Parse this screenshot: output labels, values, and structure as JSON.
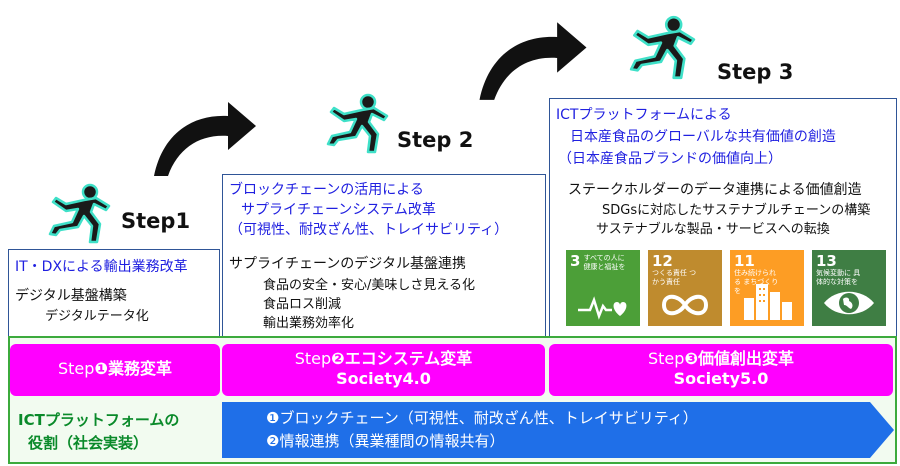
{
  "steps": {
    "step1": {
      "title": "Step1",
      "heading": "IT・DXによる輸出業務改革",
      "line1": "デジタル基盤構築",
      "line2": "デジタルテータ化"
    },
    "step2": {
      "title": "Step 2",
      "heading1": "ブロックチェーンの活用による",
      "heading2": "サプライチェーンシステム改革",
      "heading3": "（可視性、耐改ざん性、トレイサビリティ）",
      "line1": "サプライチェーンのデジタル基盤連携",
      "line2": "食品の安全・安心/美味しさ見える化",
      "line3": "食品ロス削減",
      "line4": "輸出業務効率化"
    },
    "step3": {
      "title": "Step 3",
      "heading1": "ICTプラットフォームによる",
      "heading2": "日本産食品のグローバルな共有価値の創造",
      "heading3": "（日本産食品ブランドの価値向上）",
      "line1": "ステークホルダーのデータ連携による価値創造",
      "line2": "SDGsに対応したサステナブルチェーンの構築",
      "line3": "サステナブルな製品・サービスへの転換"
    }
  },
  "sdgs": [
    {
      "num": "3",
      "label": "すべての人に健康と福祉を",
      "color": "#4c9f38"
    },
    {
      "num": "12",
      "label": "つくる責任 つかう責任",
      "color": "#bf8b2e"
    },
    {
      "num": "11",
      "label": "住み続けられる まちづくりを",
      "color": "#fd9d24"
    },
    {
      "num": "13",
      "label": "気候変動に 具体的な対策を",
      "color": "#3f7e44"
    }
  ],
  "transformations": {
    "t1": {
      "prefix": "Step",
      "circle": "❶",
      "name": "業務変革"
    },
    "t2": {
      "prefix": "Step",
      "circle": "❷",
      "name": "エコシステム変革",
      "society": "Society4.0"
    },
    "t3": {
      "prefix": "Step",
      "circle": "❸",
      "name": "価値創出変革",
      "society": "Society5.0"
    }
  },
  "platform": {
    "label1": "ICTプラットフォームの",
    "label2": "役割（社会実装）",
    "role1": "❶ブロックチェーン（可視性、耐改ざん性、トレイサビリティ）",
    "role2": "❷情報連携（異業種間の情報共有）"
  },
  "colors": {
    "accent_blue": "#2020e0",
    "magenta": "#ff00ff",
    "arrow_blue": "#1f6fe8",
    "green": "#3caa3c",
    "runner_glow": "#3fe0c8"
  }
}
